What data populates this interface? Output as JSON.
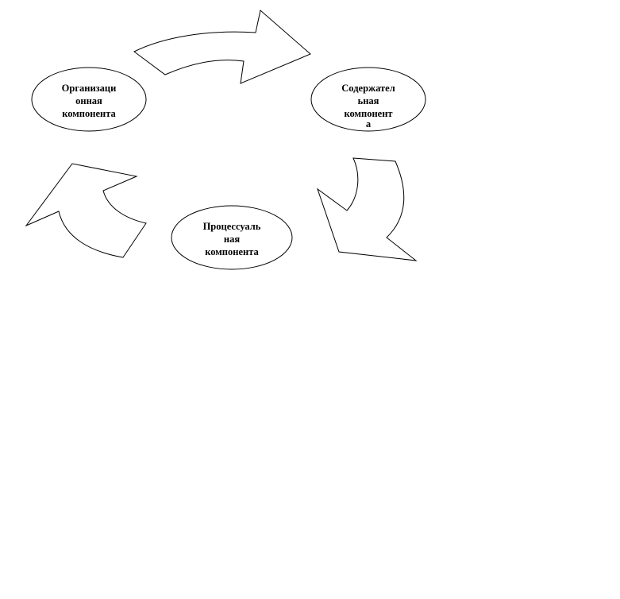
{
  "diagram": {
    "type": "cycle",
    "nodes": [
      {
        "id": "organizational",
        "lines": [
          "Организаци",
          "онная",
          "компонента"
        ]
      },
      {
        "id": "content",
        "lines": [
          "Содержател",
          "ьная",
          "компонент",
          "а"
        ]
      },
      {
        "id": "procedural",
        "lines": [
          "Процессуаль",
          "ная",
          "компонента"
        ]
      }
    ],
    "edges": [
      {
        "from": "organizational",
        "to": "content"
      },
      {
        "from": "content",
        "to": "procedural"
      },
      {
        "from": "procedural",
        "to": "organizational"
      }
    ],
    "colors": {
      "stroke": "#000000",
      "fill": "#ffffff",
      "background": "#ffffff"
    }
  }
}
